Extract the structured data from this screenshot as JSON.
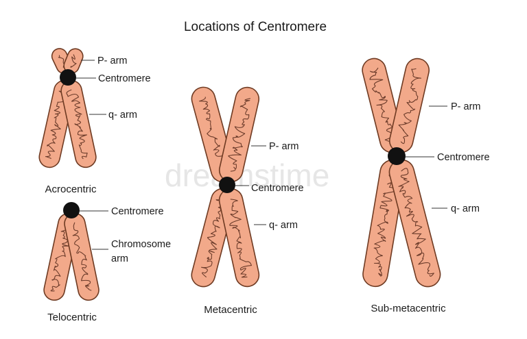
{
  "title": "Locations of Centromere",
  "colors": {
    "arm_fill": "#f2a98a",
    "arm_stroke": "#6e3a22",
    "coil": "#6b3b2a",
    "centromere": "#111111"
  },
  "diagrams": {
    "acrocentric": {
      "caption": "Acrocentric",
      "labels": {
        "p_arm": "P- arm",
        "centromere": "Centromere",
        "q_arm": "q- arm"
      }
    },
    "telocentric": {
      "caption": "Telocentric",
      "labels": {
        "centromere": "Centromere",
        "arm_line1": "Chromosome",
        "arm_line2": "arm"
      }
    },
    "metacentric": {
      "caption": "Metacentric",
      "labels": {
        "p_arm": "P- arm",
        "centromere": "Centromere",
        "q_arm": "q- arm"
      }
    },
    "submetacentric": {
      "caption": "Sub-metacentric",
      "labels": {
        "p_arm": "P- arm",
        "centromere": "Centromere",
        "q_arm": "q- arm"
      }
    }
  }
}
